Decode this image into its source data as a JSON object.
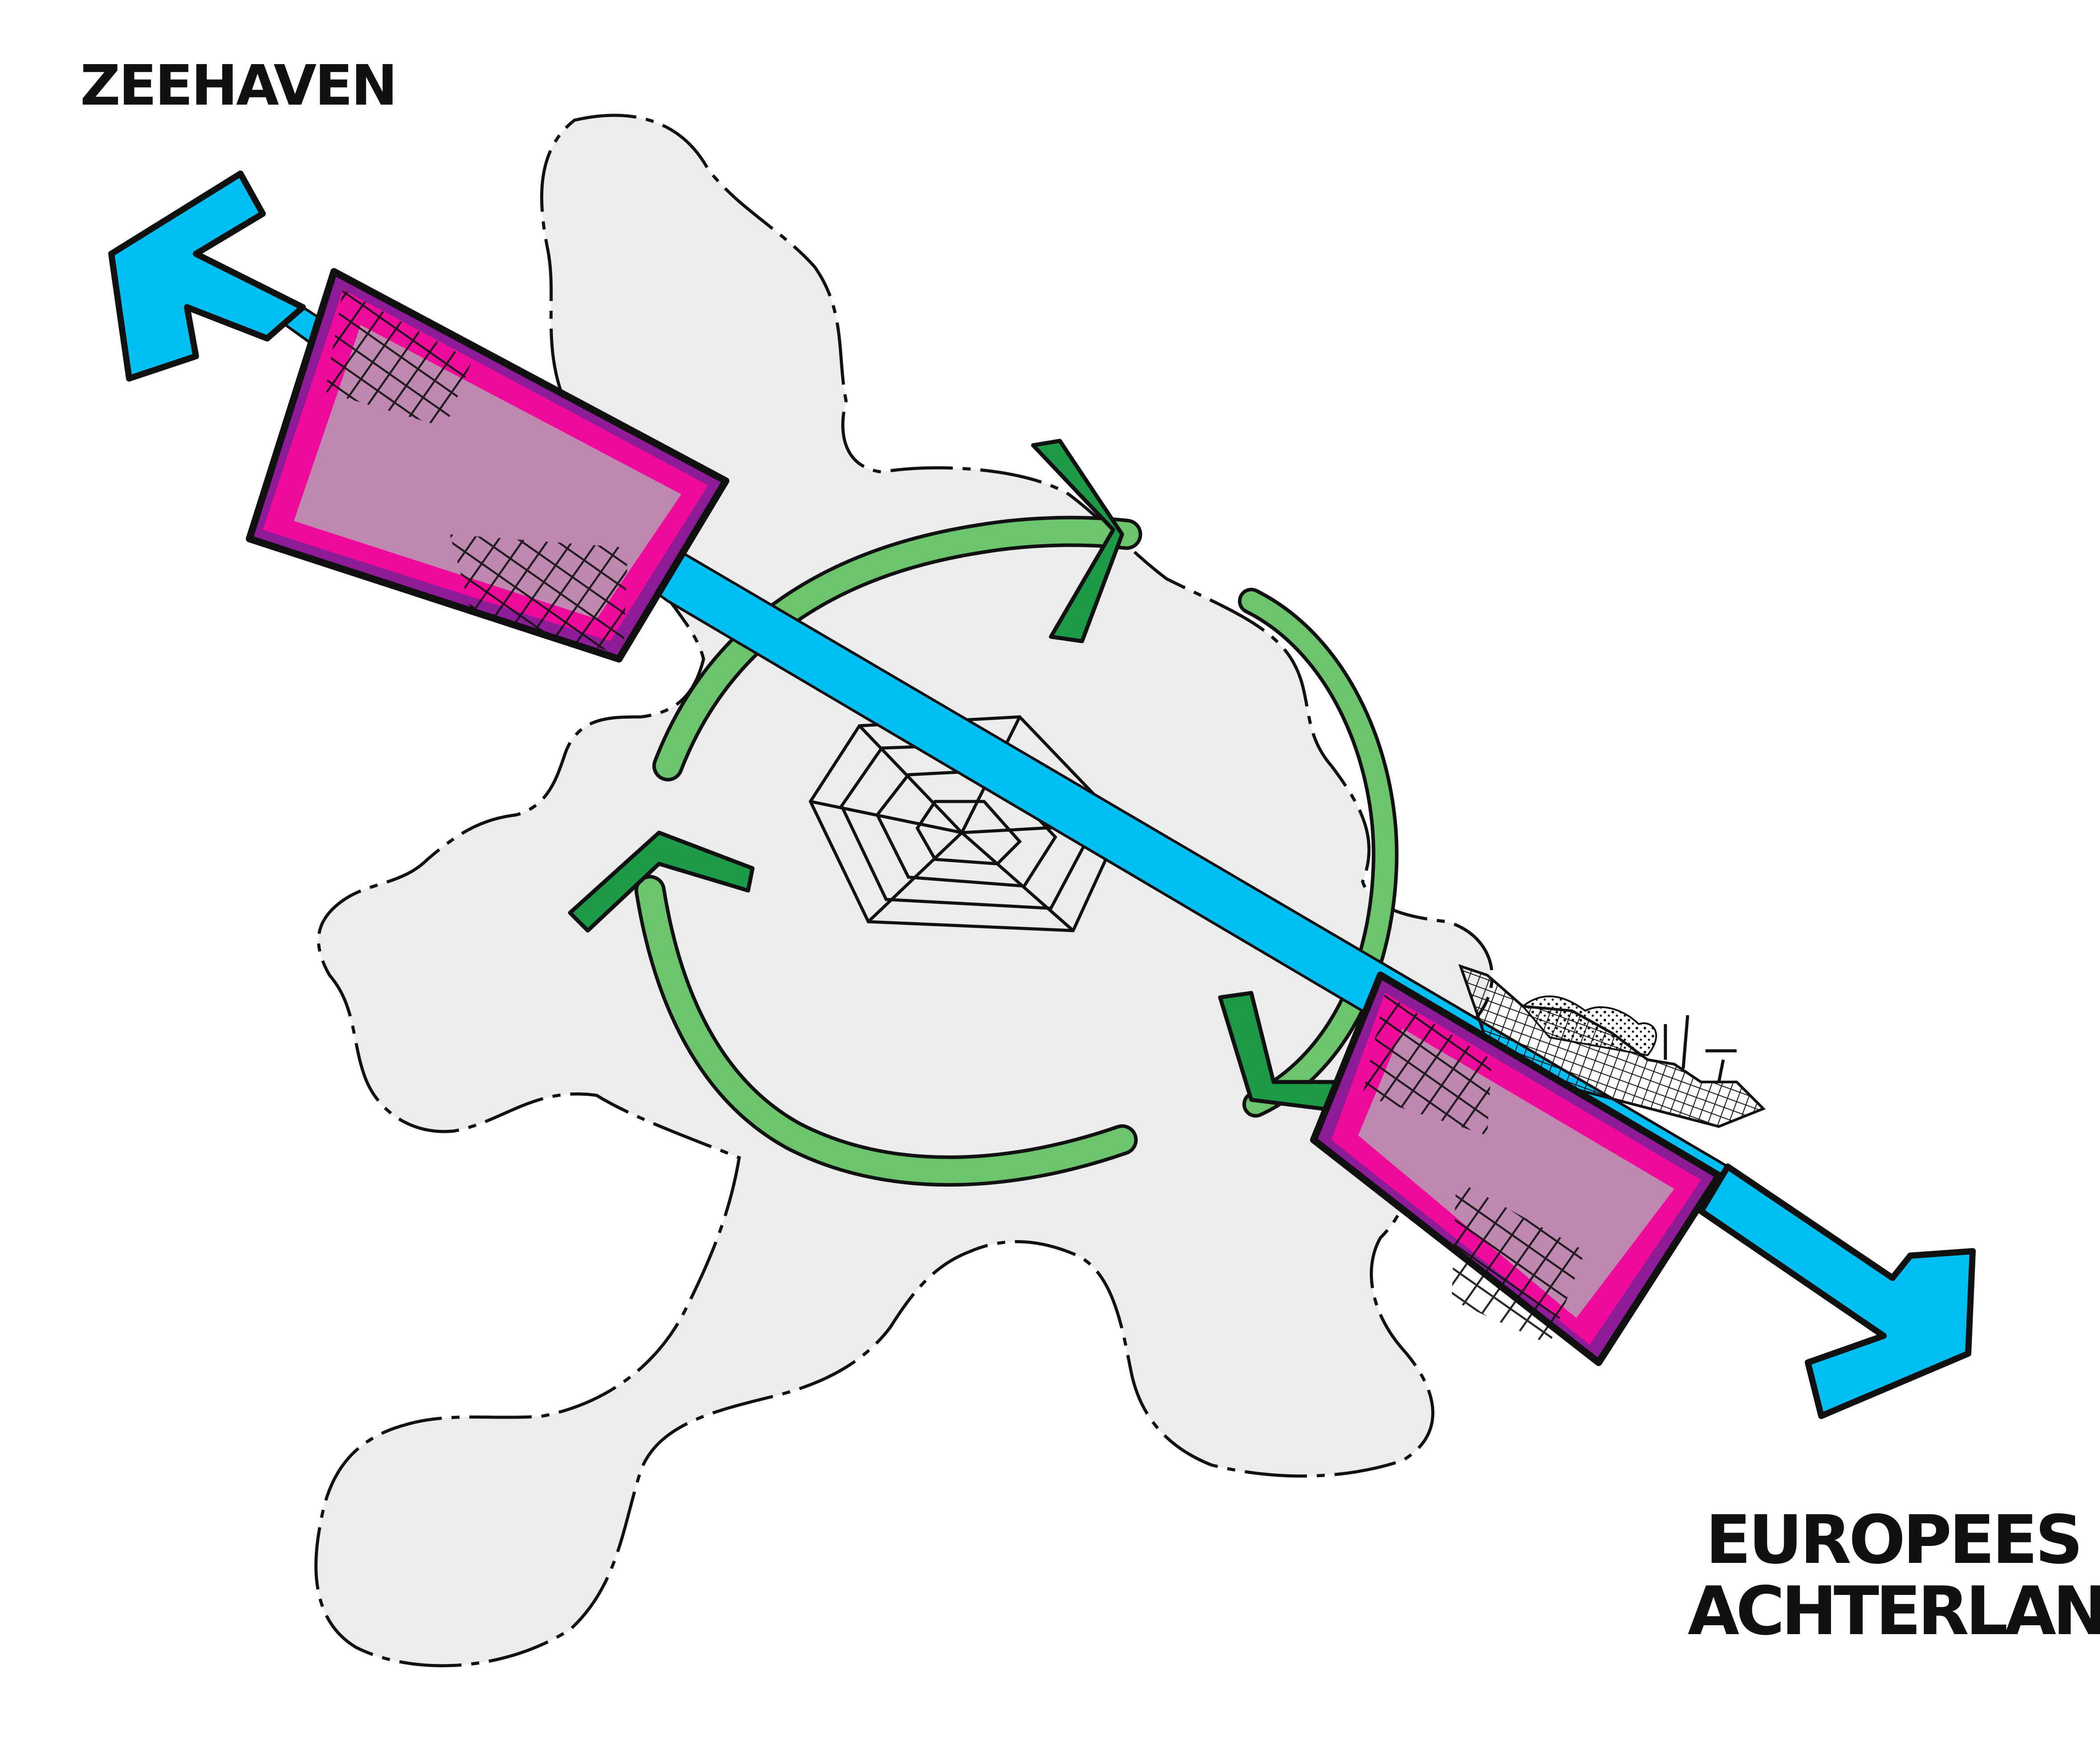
{
  "labels": {
    "top_left": "ZEEHAVEN",
    "bottom_right_line1": "EUROPEES",
    "bottom_right_line2": "ACHTERLAND"
  },
  "colors": {
    "region_fill": "#ececec",
    "region_outline": "#111111",
    "corridor_arrow": "#00bdf2",
    "hub_fill": "#bf88ae",
    "hub_border_magenta": "#ef0a9c",
    "hub_border_purple": "#8e1c98",
    "cycle_arrow_dark": "#1d9a48",
    "cycle_arrow_light": "#6cc46c",
    "ink": "#111111"
  },
  "icons": {
    "hatching": "crosshatch-pattern",
    "web": "spiderweb-icon",
    "industry": "industry-skyline-icon"
  }
}
